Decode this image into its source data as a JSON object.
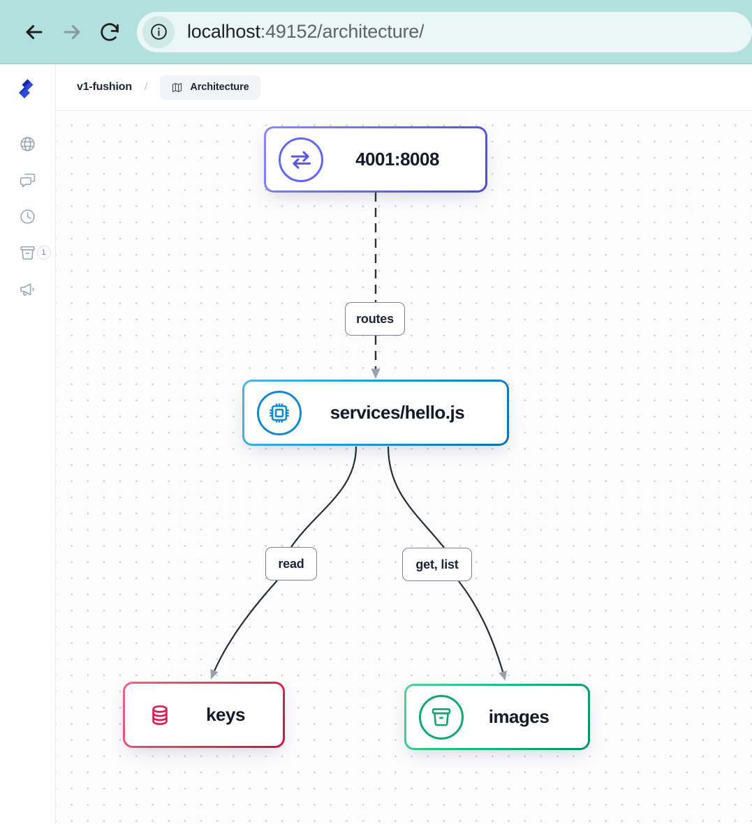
{
  "browser": {
    "back_icon": "arrow-left-icon",
    "forward_icon": "arrow-right-icon",
    "reload_icon": "reload-icon",
    "site_info_icon": "info-circle-icon",
    "url_host": "localhost",
    "url_rest": ":49152/architecture/",
    "chrome_bg": "#b4dfdf",
    "url_pill_bg": "#eaf7f5"
  },
  "sidebar": {
    "logo_name": "app-logo",
    "logo_color": "#2f4ae0",
    "items": [
      {
        "name": "sidebar-item-domains",
        "icon": "globe-icon",
        "badge": null
      },
      {
        "name": "sidebar-item-messages",
        "icon": "chat-icon",
        "badge": null
      },
      {
        "name": "sidebar-item-history",
        "icon": "clock-icon",
        "badge": null
      },
      {
        "name": "sidebar-item-buckets",
        "icon": "bucket-icon",
        "badge": "1"
      },
      {
        "name": "sidebar-item-announcements",
        "icon": "megaphone-icon",
        "badge": null
      }
    ]
  },
  "topbar": {
    "breadcrumb": {
      "project": "v1-fushion",
      "separator": "/",
      "page_icon": "map-icon",
      "page": "Architecture"
    }
  },
  "canvas": {
    "grid": "dot-grid",
    "grid_dot_color": "#c9cbd3",
    "background": "#fcfcfd"
  },
  "diagram": {
    "nodes": [
      {
        "id": "gateway",
        "label": "4001:8008",
        "icon": "transfer-arrows-icon",
        "accent": "#4f46e5",
        "type": "gateway"
      },
      {
        "id": "service",
        "label": "services/hello.js",
        "icon": "cpu-chip-icon",
        "accent": "#0673b5",
        "type": "service"
      },
      {
        "id": "keys",
        "label": "keys",
        "icon": "database-icon",
        "accent": "#cf1044",
        "type": "keyvalue-store"
      },
      {
        "id": "images",
        "label": "images",
        "icon": "bucket-icon",
        "accent": "#069263",
        "type": "bucket"
      }
    ],
    "edges": [
      {
        "id": "gateway-service",
        "from": "gateway",
        "to": "service",
        "label": "routes",
        "style": "dashed"
      },
      {
        "id": "service-keys",
        "from": "service",
        "to": "keys",
        "label": "read",
        "style": "solid"
      },
      {
        "id": "service-images",
        "from": "service",
        "to": "images",
        "label": "get, list",
        "style": "solid"
      }
    ]
  }
}
